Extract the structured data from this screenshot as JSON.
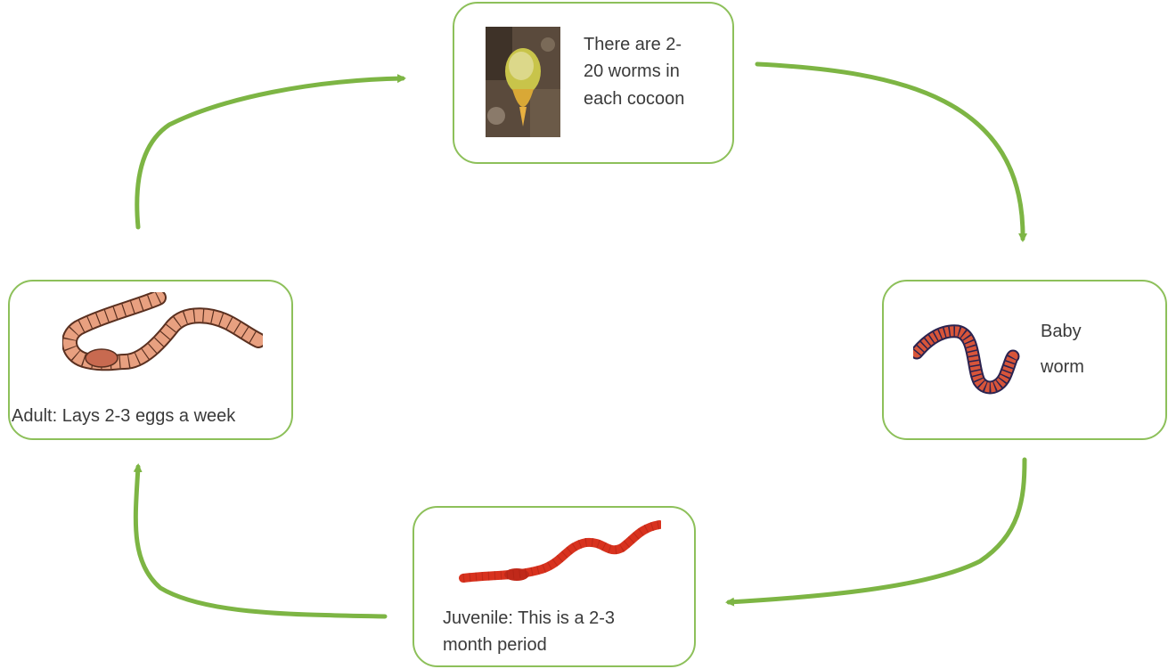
{
  "cycle": {
    "cocoon": {
      "text_lines": [
        "There are 2-",
        "20 worms in",
        "each cocoon"
      ],
      "image": "cocoon-photo"
    },
    "baby": {
      "text_lines": [
        "Baby",
        "worm"
      ],
      "image": "baby-worm-icon"
    },
    "juvenile": {
      "text_lines": [
        "Juvenile: This is a 2-3",
        "month period"
      ],
      "image": "juvenile-worm-icon"
    },
    "adult": {
      "text": "Adult: Lays 2-3 eggs a week",
      "image": "adult-worm-icon"
    }
  },
  "colors": {
    "border": "#8dc05a",
    "arrow": "#7db544",
    "text": "#3a3a3a",
    "adult_worm": "#e8a080",
    "juvenile_worm": "#d8321e",
    "baby_worm": "#d8553a"
  }
}
